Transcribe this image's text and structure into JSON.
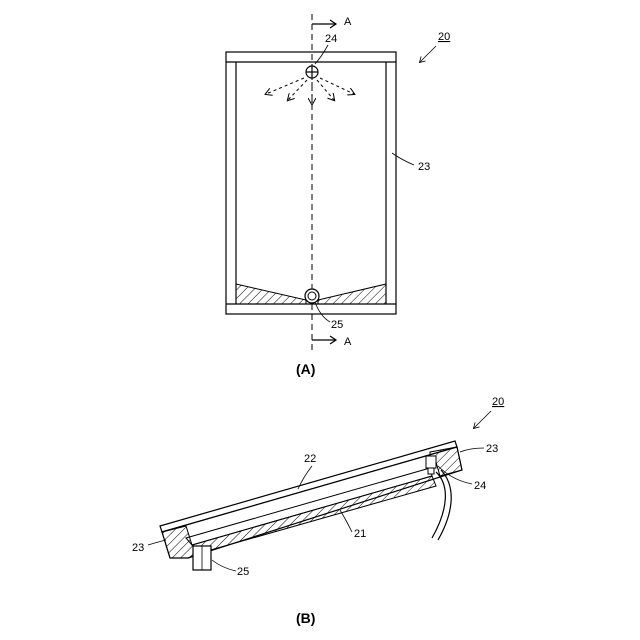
{
  "figure_a": {
    "caption": "(A)",
    "ref_number": "20",
    "section_label_top": "A",
    "section_label_bottom": "A",
    "label_nozzle": "24",
    "label_frame": "23",
    "label_drain": "25"
  },
  "figure_b": {
    "caption": "(B)",
    "ref_number": "20",
    "label_cover": "22",
    "label_frame_right": "23",
    "label_nozzle": "24",
    "label_base": "21",
    "label_frame_left": "23",
    "label_drain": "25"
  }
}
